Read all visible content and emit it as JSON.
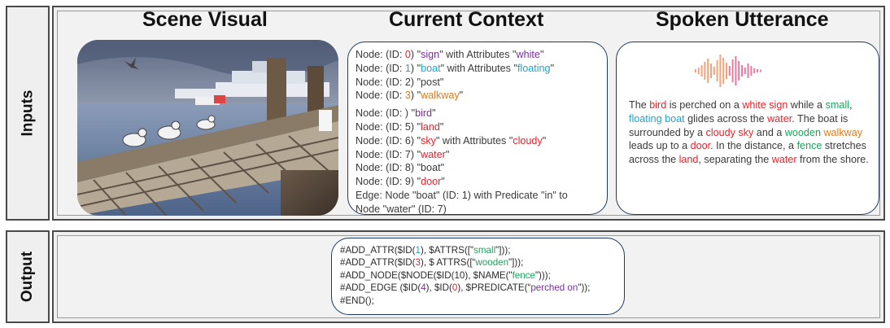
{
  "colors": {
    "red": "#e3242b",
    "blue": "#1fa3d4",
    "purple": "#7a2d9a",
    "orange": "#e07a1a",
    "green": "#1aa55a",
    "border": "#1f3a5f"
  },
  "rows": {
    "inputs_label": "Inputs",
    "output_label": "Output"
  },
  "columns": {
    "scene_title": "Scene Visual",
    "context_title": "Current Context",
    "utterance_title": "Spoken Utterance"
  },
  "context_lines": [
    [
      {
        "t": "Node: (ID: "
      },
      {
        "t": "0",
        "c": "red"
      },
      {
        "t": ") \""
      },
      {
        "t": "sign",
        "c": "purple"
      },
      {
        "t": "\" with Attributes \""
      },
      {
        "t": "white",
        "c": "purple"
      },
      {
        "t": "\""
      }
    ],
    [
      {
        "t": "Node: (ID: "
      },
      {
        "t": "1",
        "c": "blue"
      },
      {
        "t": ") \""
      },
      {
        "t": "boat",
        "c": "blue"
      },
      {
        "t": "\" with Attributes \""
      },
      {
        "t": "floating",
        "c": "blue"
      },
      {
        "t": "\""
      }
    ],
    [
      {
        "t": "Node: (ID: 2) \"post\""
      }
    ],
    [
      {
        "t": "Node: (ID: "
      },
      {
        "t": "3",
        "c": "orange"
      },
      {
        "t": ") \""
      },
      {
        "t": "walkway",
        "c": "orange"
      },
      {
        "t": "\""
      }
    ],
    "gap",
    [
      {
        "t": "Node: (ID:    ) \""
      },
      {
        "t": "bird",
        "c": "purple"
      },
      {
        "t": "\""
      }
    ],
    [
      {
        "t": "Node: (ID: 5) \""
      },
      {
        "t": "land",
        "c": "red"
      },
      {
        "t": "\""
      }
    ],
    [
      {
        "t": "Node: (ID: 6) \""
      },
      {
        "t": "sky",
        "c": "red"
      },
      {
        "t": "\" with Attributes \""
      },
      {
        "t": "cloudy",
        "c": "red"
      },
      {
        "t": "\""
      }
    ],
    [
      {
        "t": "Node: (ID: 7) \""
      },
      {
        "t": "water",
        "c": "red"
      },
      {
        "t": "\""
      }
    ],
    [
      {
        "t": "Node: (ID: 8) \"boat\""
      }
    ],
    [
      {
        "t": "Node: (ID: 9) \""
      },
      {
        "t": "door",
        "c": "red"
      },
      {
        "t": "\""
      }
    ],
    [
      {
        "t": "Edge: Node \"boat\" (ID: 1) with Predicate \"in\" to"
      }
    ],
    [
      {
        "t": "Node \"water\" (ID: 7)"
      }
    ]
  ],
  "utterance": [
    {
      "t": "The "
    },
    {
      "t": "bird",
      "c": "red"
    },
    {
      "t": " is perched on a "
    },
    {
      "t": "white sign",
      "c": "red"
    },
    {
      "t": " while a "
    },
    {
      "t": "small",
      "c": "green"
    },
    {
      "t": ", "
    },
    {
      "t": "floating boat",
      "c": "blue"
    },
    {
      "t": " glides across the "
    },
    {
      "t": "water",
      "c": "red"
    },
    {
      "t": ". The boat is surrounded by a "
    },
    {
      "t": "cloudy sky",
      "c": "red"
    },
    {
      "t": " and a "
    },
    {
      "t": "wooden",
      "c": "green"
    },
    {
      "t": " "
    },
    {
      "t": "walkway",
      "c": "orange"
    },
    {
      "t": " leads up to a "
    },
    {
      "t": "door",
      "c": "red"
    },
    {
      "t": ". In the distance, a "
    },
    {
      "t": "fence",
      "c": "green"
    },
    {
      "t": " stretches across the "
    },
    {
      "t": "land",
      "c": "red"
    },
    {
      "t": ", separating the "
    },
    {
      "t": "water",
      "c": "red"
    },
    {
      "t": " from the shore."
    }
  ],
  "output_lines": [
    [
      {
        "t": "#ADD_ATTR($ID("
      },
      {
        "t": "1",
        "c": "blue"
      },
      {
        "t": "), $ATTRS([\""
      },
      {
        "t": "small",
        "c": "green"
      },
      {
        "t": "\"]));"
      }
    ],
    [
      {
        "t": "#ADD_ATTR($ID("
      },
      {
        "t": "3",
        "c": "red"
      },
      {
        "t": "), $ ATTRS([“"
      },
      {
        "t": "wooden",
        "c": "green"
      },
      {
        "t": "\"]));"
      }
    ],
    [
      {
        "t": "#ADD_NODE($NODE($ID(10), $NAME(\""
      },
      {
        "t": "fence",
        "c": "green"
      },
      {
        "t": "\")));"
      }
    ],
    [
      {
        "t": "#ADD_EDGE ($ID("
      },
      {
        "t": "4",
        "c": "purple"
      },
      {
        "t": "), $ID("
      },
      {
        "t": "0",
        "c": "red"
      },
      {
        "t": "), $PREDICATE(“"
      },
      {
        "t": "perched on",
        "c": "purple"
      },
      {
        "t": "\"));"
      }
    ],
    [
      {
        "t": "#END();"
      }
    ]
  ],
  "icons": {
    "waveform": "audio-waveform-icon",
    "photo": "scene-photo"
  }
}
